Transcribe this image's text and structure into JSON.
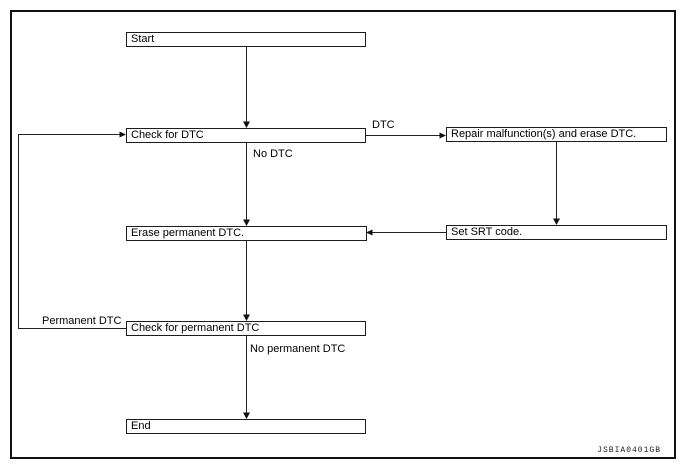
{
  "figure": {
    "code": "JSBIA0401GB"
  },
  "nodes": {
    "start": "Start",
    "check_dtc": "Check for DTC",
    "repair": "Repair malfunction(s) and erase DTC.",
    "erase_permanent": "Erase permanent DTC.",
    "set_srt": "Set SRT code.",
    "check_permanent": "Check for permanent DTC",
    "end": "End"
  },
  "labels": {
    "dtc": "DTC",
    "no_dtc": "No DTC",
    "permanent_dtc": "Permanent DTC",
    "no_permanent_dtc": "No permanent DTC"
  },
  "edges": [
    {
      "from": "start",
      "to": "check_dtc",
      "label": ""
    },
    {
      "from": "check_dtc",
      "to": "repair",
      "label": "DTC"
    },
    {
      "from": "repair",
      "to": "set_srt",
      "label": ""
    },
    {
      "from": "set_srt",
      "to": "erase_permanent",
      "label": ""
    },
    {
      "from": "check_dtc",
      "to": "erase_permanent",
      "label": "No DTC"
    },
    {
      "from": "erase_permanent",
      "to": "check_permanent",
      "label": ""
    },
    {
      "from": "check_permanent",
      "to": "end",
      "label": "No permanent DTC"
    },
    {
      "from": "check_permanent",
      "to": "check_dtc",
      "label": "Permanent DTC"
    }
  ],
  "colors": {
    "line": "#222222",
    "border": "#111111",
    "background": "#ffffff"
  }
}
